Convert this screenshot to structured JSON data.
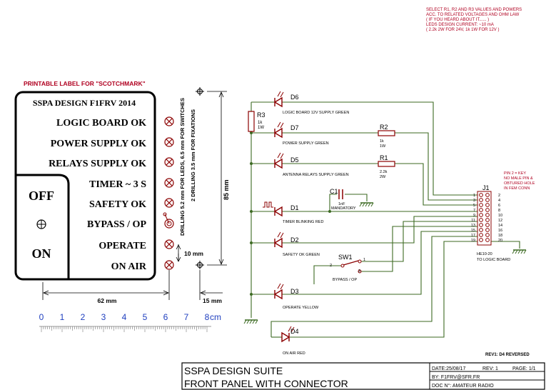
{
  "colors": {
    "wire": "#3c6a22",
    "component": "#8b0000",
    "ruler": "#1f3fbf",
    "label_red": "#b00020",
    "ink": "#111111"
  },
  "notes": {
    "top_right": [
      "SELECT R1, R2 AND R3 VALUES AND POWERS",
      "ACC. TO RELATED VOLTAGES AND OHM LAW",
      "( IF YOU HEARD ABOUT IT...... )",
      "LEDS DESIGN CURRENT: ~10 mA",
      "( 2.2k 2W FOR 24V,  1k 1W FOR 12V )"
    ],
    "printable_label": "PRINTABLE LABEL FOR \"SCOTCHMARK\"",
    "pin_note": [
      "PIN 2 = KEY",
      "NO MALE PIN &",
      "OBTURED HOLE",
      "IN FEM CONN"
    ],
    "rev_note": "REV1: D4 REVERSED"
  },
  "panel": {
    "title": "SSPA DESIGN F1FRV 2014",
    "rows": [
      "LOGIC BOARD OK",
      "POWER SUPPLY OK",
      "RELAYS SUPPLY OK",
      "TIMER ~ 3 S",
      "SAFETY OK",
      "BYPASS / OP",
      "OPERATE",
      "ON AIR"
    ],
    "off_label": "OFF",
    "on_label": "ON"
  },
  "dimensions": {
    "drill_leds": "DRILLING 5.2 mm  FOR LEDS, 6.5 mm FOR SWITCHES",
    "drill_fix": "2 DRILLING 3.5 mm  FOR FIXATIONS",
    "height": "85 mm",
    "spacing": "10 mm",
    "width": "62 mm",
    "margin": "15 mm"
  },
  "ruler": {
    "labels": [
      "0",
      "1",
      "2",
      "3",
      "4",
      "5",
      "6",
      "7",
      "8"
    ],
    "unit": "cm"
  },
  "components": {
    "d6": "D6",
    "d6_desc": "LOGIC BOARD 12V SUPPLY GREEN",
    "d7": "D7",
    "d7_desc": "POWER SUPPLY GREEN",
    "d5": "D5",
    "d5_desc": "ANTENNA RELAYS SUPPLY GREEN",
    "d1": "D1",
    "d1_desc": "TIMER BLINKING RED",
    "d2": "D2",
    "d2_desc": "SAFETY OK GREEN",
    "d3": "D3",
    "d3_desc": "OPERATE YELLOW",
    "d4": "D4",
    "d4_desc": "ON AIR RED",
    "r3": "R3",
    "r3_val": "1k",
    "r3_pow": "1W",
    "r2": "R2",
    "r2_val": "1k",
    "r2_pow": "1W",
    "r1": "R1",
    "r1_val": "2.2k",
    "r1_pow": "2W",
    "c1": "C1",
    "c1_val": "1nF",
    "c1_desc": "MANDATORY",
    "sw1": "SW1",
    "sw1_desc": "BYPASS / OP",
    "sw_pins": [
      "1",
      "2",
      "3"
    ],
    "j1": "J1",
    "j1_pins_left": [
      "1",
      "3",
      "5",
      "7",
      "9",
      "11",
      "13",
      "15",
      "17",
      "19"
    ],
    "j1_pins_right": [
      "2",
      "4",
      "6",
      "8",
      "10",
      "12",
      "14",
      "16",
      "18",
      "20"
    ],
    "j1_desc": [
      "HE10-20",
      "TO LOGIC BOARD"
    ]
  },
  "title_block": {
    "line1": "SSPA DESIGN SUITE",
    "line2": "FRONT PANEL WITH CONNECTOR",
    "date": "DATE:25/08/17",
    "rev": "REV: 1",
    "page": "PAGE: 1/1",
    "by": "BY:  F1FRV@SFR.FR",
    "doc": "DOC N°: AMATEUR RADIO"
  }
}
